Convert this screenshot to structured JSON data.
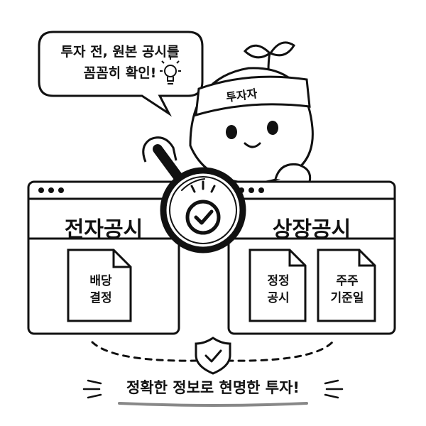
{
  "speech_bubble": {
    "line1": "투자 전, 원본 공시를",
    "line2": "꼼꼼히 확인!",
    "icon": "lightbulb-icon"
  },
  "character": {
    "headband_label": "투자자"
  },
  "left_window": {
    "title": "전자공시",
    "document": {
      "line1": "배당",
      "line2": "결정"
    }
  },
  "right_window": {
    "title": "상장공시",
    "documents": [
      {
        "line1": "정정",
        "line2": "공시"
      },
      {
        "line1": "주주",
        "line2": "기준일"
      }
    ]
  },
  "magnifier": {
    "icon": "checkmark-icon"
  },
  "shield": {
    "icon": "shield-check-icon"
  },
  "slogan": "정확한 정보로 현명한 투자!"
}
